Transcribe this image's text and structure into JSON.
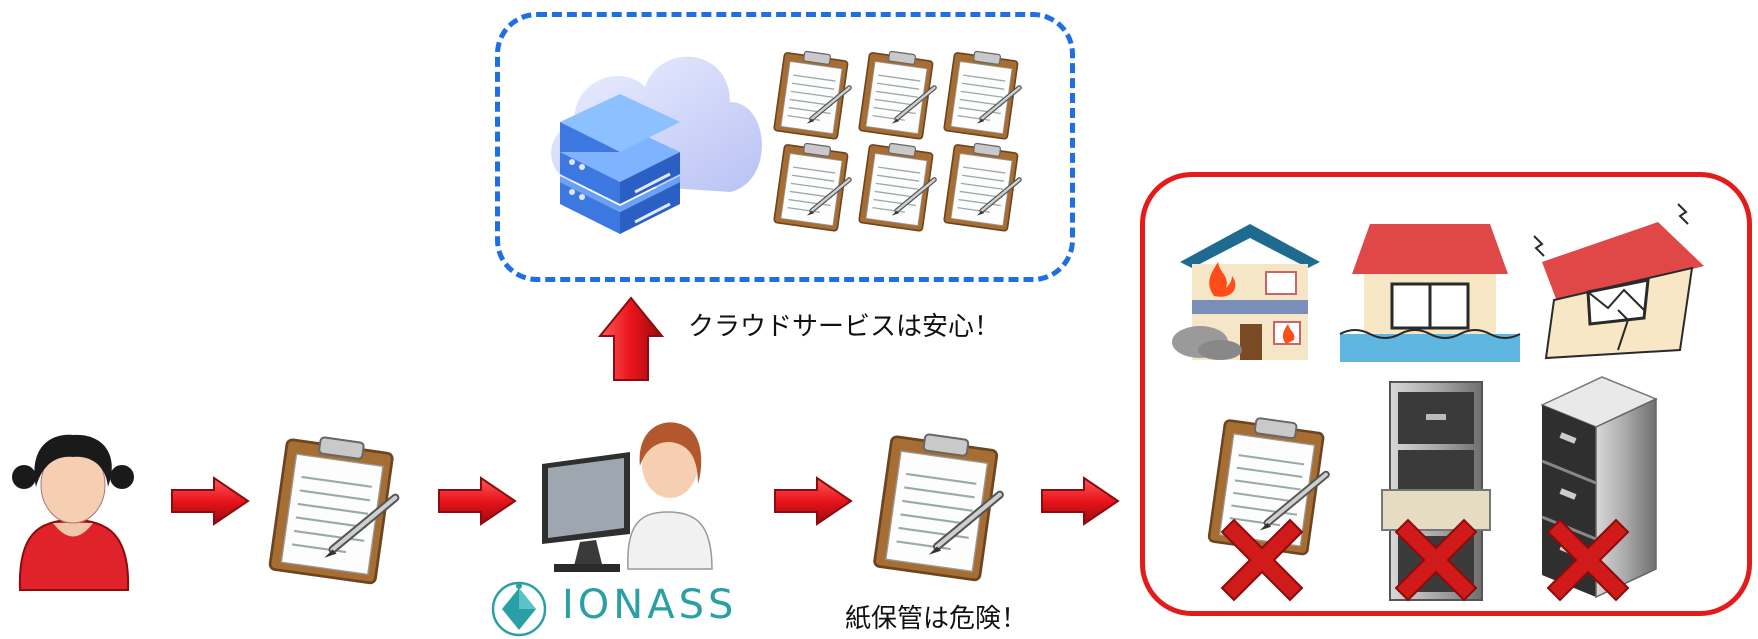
{
  "captions": {
    "cloud_safe": "クラウドサービスは安心！",
    "paper_danger": "紙保管は危険！"
  },
  "logo": {
    "text": "IONASS"
  },
  "colors": {
    "cloud_border": "#1e6fe6",
    "risk_border": "#e31b1b",
    "arrow_red": "#e8141b",
    "logo_teal": "#2aa0a6"
  },
  "icons": [
    "customer-person-icon",
    "clipboard-icon",
    "operator-at-computer-icon",
    "cloud-server-icon",
    "house-fire-icon",
    "house-flood-icon",
    "house-earthquake-icon",
    "filing-cabinet-icon",
    "cross-mark-icon"
  ]
}
